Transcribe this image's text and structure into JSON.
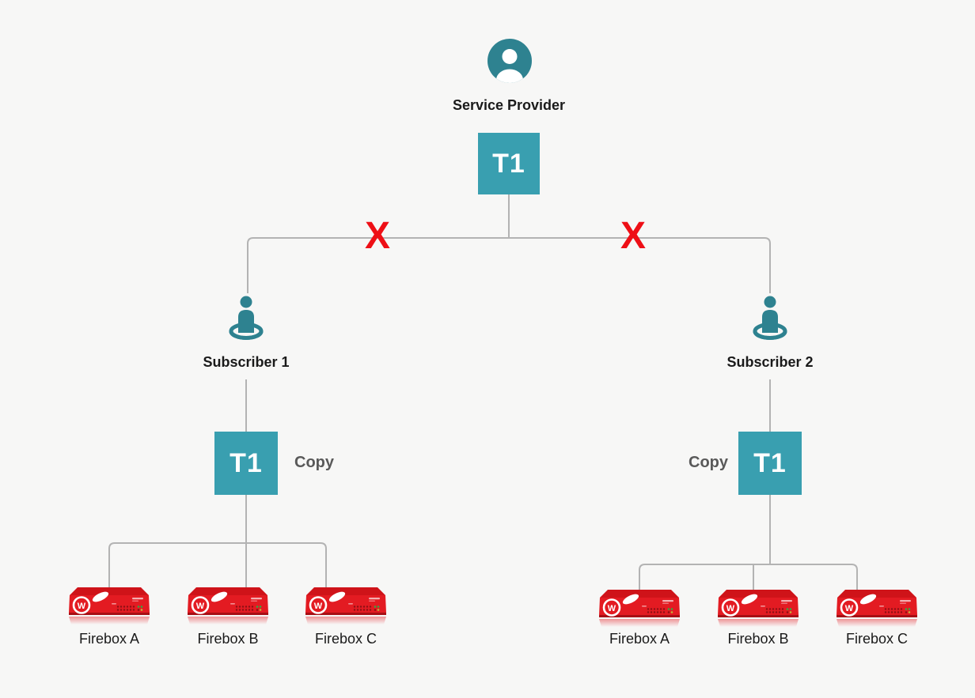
{
  "diagram": {
    "colors": {
      "bg": "#f7f7f6",
      "node-teal": "#399fb0",
      "icon-teal": "#2e8290",
      "line-gray": "#b3b3b3",
      "x-red": "#ee0f16",
      "firebox-red": "#e31b22",
      "label-dark": "#1a1a1a",
      "copy-gray": "#595959"
    },
    "service_provider": {
      "label": "Service Provider",
      "icon": "person-circle-icon",
      "node_label": "T1"
    },
    "broken_links": [
      {
        "mark": "X"
      },
      {
        "mark": "X"
      }
    ],
    "subscribers": [
      {
        "label": "Subscriber 1",
        "icon": "person-marker-icon",
        "node_label": "T1",
        "annotation": "Copy",
        "devices": [
          {
            "label": "Firebox A"
          },
          {
            "label": "Firebox B"
          },
          {
            "label": "Firebox C"
          }
        ]
      },
      {
        "label": "Subscriber 2",
        "icon": "person-marker-icon",
        "node_label": "T1",
        "annotation": "Copy",
        "devices": [
          {
            "label": "Firebox A"
          },
          {
            "label": "Firebox B"
          },
          {
            "label": "Firebox C"
          }
        ]
      }
    ]
  }
}
